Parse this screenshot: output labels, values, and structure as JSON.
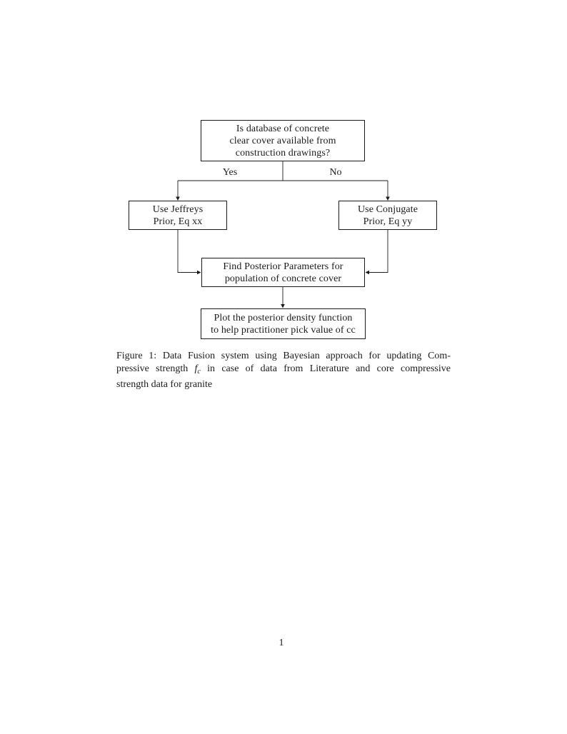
{
  "page": {
    "number": "1",
    "background_color": "#ffffff",
    "ink_color": "#1b1b1b"
  },
  "flowchart": {
    "nodes": {
      "question": {
        "lines": [
          "Is database of concrete",
          "clear cover available from",
          "construction drawings?"
        ]
      },
      "jeffreys": {
        "lines": [
          "Use Jeffreys",
          "Prior, Eq xx"
        ]
      },
      "conjugate": {
        "lines": [
          "Use Conjugate",
          "Prior, Eq yy"
        ]
      },
      "posterior": {
        "lines": [
          "Find Posterior Parameters for",
          "population of concrete cover"
        ]
      },
      "plot": {
        "lines": [
          "Plot the posterior density function",
          "to help practitioner pick value of cc"
        ]
      }
    },
    "edge_labels": {
      "yes": "Yes",
      "no": "No"
    }
  },
  "caption": {
    "line1": "Figure 1: Data Fusion system using Bayesian approach for updating Com-",
    "line2_pre": "pressive strength ",
    "line2_math_var": "f",
    "line2_math_sub": "c",
    "line2_post": " in case of data from Literature and core compressive",
    "line3": "strength data for granite"
  }
}
